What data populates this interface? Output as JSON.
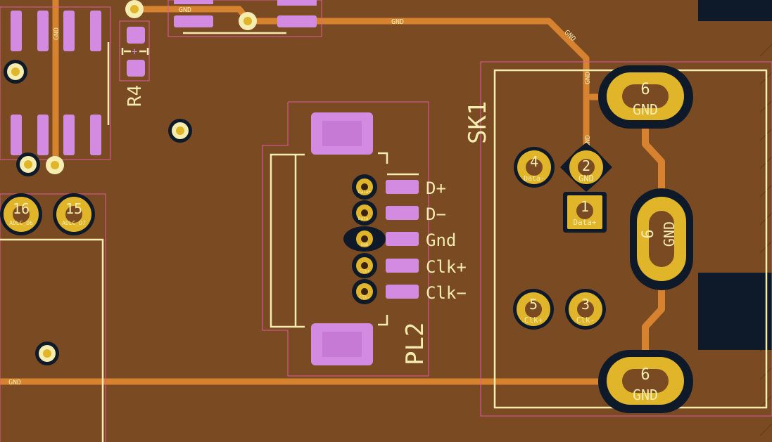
{
  "colors": {
    "board": "#7a4b22",
    "copper": "#d6822e",
    "pad": "#e0b52a",
    "smd_pad": "#d28be0",
    "silkscreen": "#f5ecb0",
    "courtyard": "#e05aa0",
    "mask_clearance": "#0e1a2a",
    "label_dark": "#ffffff"
  },
  "nets": {
    "gnd": "GND"
  },
  "components": {
    "r4": {
      "ref": "R4",
      "plus": "+"
    },
    "pl2": {
      "ref": "PL2",
      "pins": [
        {
          "label": "D+",
          "pin_text": "Data+"
        },
        {
          "label": "D−",
          "pin_text": "Data-"
        },
        {
          "label": "Gnd",
          "pin_text": "GND"
        },
        {
          "label": "Clk+",
          "pin_text": "Clk+"
        },
        {
          "label": "Clk−",
          "pin_text": "Clk-"
        }
      ]
    },
    "sk1": {
      "ref": "SK1",
      "pads": [
        {
          "num": "6",
          "net": "GND"
        },
        {
          "num": "6",
          "net": "GND"
        },
        {
          "num": "6",
          "net": "GND"
        },
        {
          "num": "4",
          "net": "Data-"
        },
        {
          "num": "2",
          "net": "GND"
        },
        {
          "num": "1",
          "net": "Data+"
        },
        {
          "num": "5",
          "net": "Clk+"
        },
        {
          "num": "3",
          "net": "Clk-"
        }
      ]
    },
    "left_pads": [
      {
        "num": "16",
        "net": "ADLC_D6"
      },
      {
        "num": "15",
        "net": "ADLC_D7"
      }
    ]
  }
}
